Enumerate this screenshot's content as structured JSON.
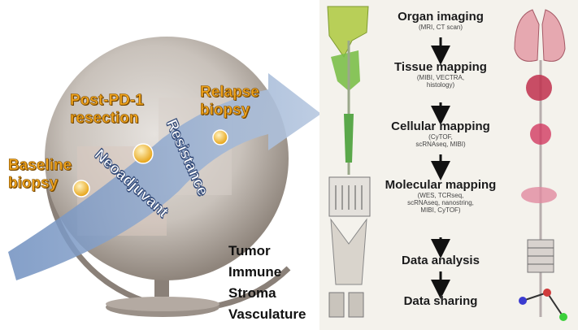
{
  "left_panel": {
    "labels": {
      "baseline": "Baseline\nbiopsy",
      "post_pd1": "Post-PD-1\nresection",
      "relapse": "Relapse\nbiopsy"
    },
    "arrow_texts": {
      "neoadjuvant": "Neoadjuvant",
      "resistance": "Resistance"
    },
    "components": [
      "Tumor",
      "Immune",
      "Stroma",
      "Vasculature"
    ]
  },
  "right_panel": {
    "steps": [
      {
        "title": "Organ imaging",
        "subtitle": "(MRI, CT scan)"
      },
      {
        "title": "Tissue mapping",
        "subtitle": "(MIBI, VECTRA,\nhistology)"
      },
      {
        "title": "Cellular mapping",
        "subtitle": "(CyTOF,\nscRNAseq, MIBI)"
      },
      {
        "title": "Molecular mapping",
        "subtitle": "(WES, TCRseq,\nscRNAseq, nanostring,\nMIBI, CyTOF)"
      },
      {
        "title": "Data analysis",
        "subtitle": ""
      },
      {
        "title": "Data sharing",
        "subtitle": ""
      }
    ]
  },
  "colors": {
    "gold_text": "#f2a51c",
    "gold_outline": "#7a4a00",
    "arrow_band": "#8fa6c8",
    "arrow_text_outline": "#334a78",
    "globe": "#9a8f86"
  }
}
